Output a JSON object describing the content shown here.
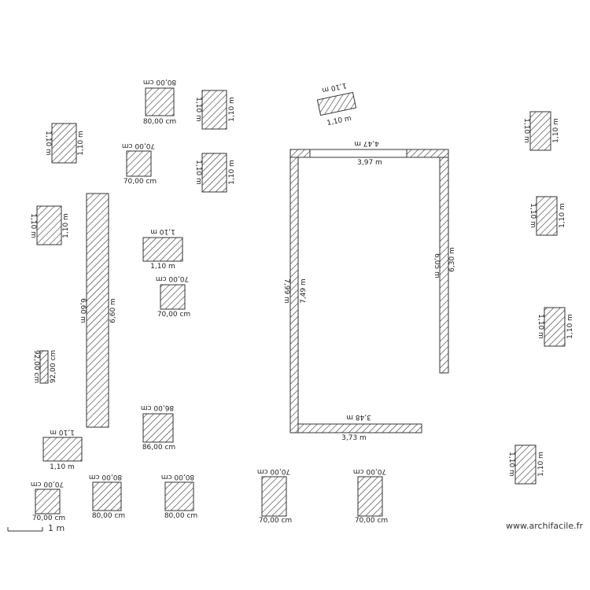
{
  "watermark": "www.archifacile.fr",
  "scale_label": "1 m",
  "walls": {
    "top_outer": "4,47 m",
    "top_inner": "3,97 m",
    "left_outer": "7,99 m",
    "left_inner": "7,49 m",
    "right_inner": "6,05 m",
    "right_outer": "6,30 m",
    "bottom_outer": "3,48 m",
    "bottom_inner": "3,73 m"
  },
  "pieces": [
    {
      "id": "p1",
      "top": "80,00 cm",
      "bottom": "80,00 cm"
    },
    {
      "id": "p2",
      "left": "1,10 m",
      "right": "1,10 m"
    },
    {
      "id": "p3",
      "top": "1,10 m",
      "bottom": "1,10 m"
    },
    {
      "id": "p4",
      "left": "1,10 m",
      "right": "1,10 m"
    },
    {
      "id": "p5",
      "top": "70,00 cm",
      "bottom": "70,00 cm"
    },
    {
      "id": "p6",
      "left": "1,10 m",
      "right": "1,10 m"
    },
    {
      "id": "p7",
      "left": "1,10 m",
      "right": "1,10 m"
    },
    {
      "id": "p8",
      "left": "6,60 m",
      "right": "6,60 m"
    },
    {
      "id": "p9",
      "top": "1,10 m",
      "bottom": "1,10 m"
    },
    {
      "id": "p10",
      "top": "70,00 cm",
      "bottom": "70,00 cm"
    },
    {
      "id": "p11",
      "left": "92,00 cm",
      "right": "92,00 cm"
    },
    {
      "id": "p12",
      "top": "86,00 cm",
      "bottom": "86,00 cm"
    },
    {
      "id": "p13",
      "top": "1,10 m",
      "bottom": "1,10 m"
    },
    {
      "id": "p14",
      "top": "70,00 cm",
      "bottom": "70,00 cm"
    },
    {
      "id": "p15",
      "top": "80,00 cm",
      "bottom": "80,00 cm"
    },
    {
      "id": "p16",
      "top": "80,00 cm",
      "bottom": "80,00 cm"
    },
    {
      "id": "p17",
      "top": "70,00 cm",
      "bottom": "70,00 cm"
    },
    {
      "id": "p18",
      "top": "70,00 cm",
      "bottom": "70,00 cm"
    },
    {
      "id": "p19",
      "left": "1,10 m",
      "right": "1,10 m"
    },
    {
      "id": "p20",
      "left": "1,10 m",
      "right": "1,10 m"
    },
    {
      "id": "p21",
      "left": "1,10 m",
      "right": "1,10 m"
    },
    {
      "id": "p22",
      "left": "1,10 m",
      "right": "1,10 m"
    }
  ]
}
